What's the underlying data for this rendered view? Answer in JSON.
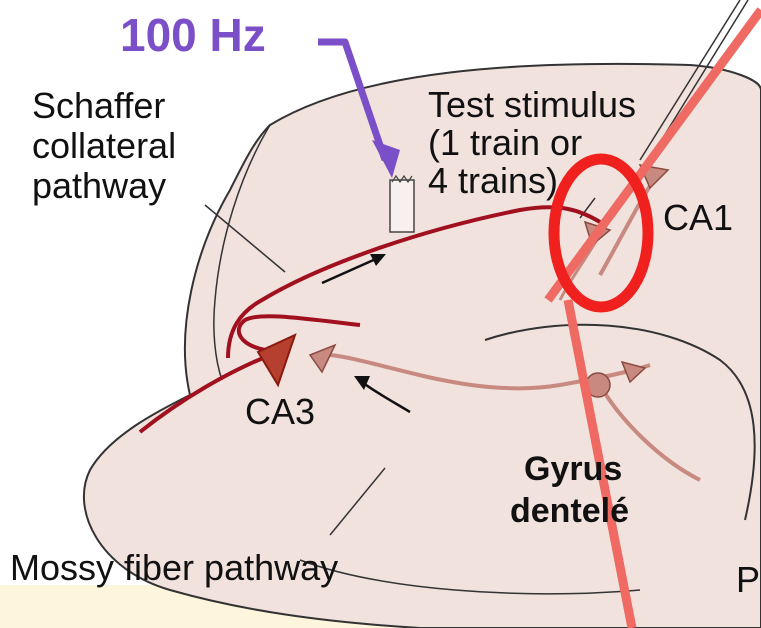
{
  "diagram": {
    "stimulus_frequency": "100 Hz",
    "pathway_label": [
      "Schaffer",
      "collateral",
      "pathway"
    ],
    "test_stimulus": [
      "Test stimulus",
      "(1 train or",
      "4 trains)"
    ],
    "region_ca1": "CA1",
    "region_ca3": "CA3",
    "region_dentate": [
      "Gyrus",
      "dentelé"
    ],
    "mossy_fiber": "Mossy fiber pathway",
    "cut_letter": "P"
  },
  "colors": {
    "tissue": "#f1e2de",
    "outline": "#333333",
    "axon": "#a0101e",
    "neuron": "#c88a80",
    "arrow": "#7a4fc7",
    "overlay_line": "#ef6a62",
    "highlight": "#f0201e",
    "bottom_band": "#fdf6dd"
  }
}
